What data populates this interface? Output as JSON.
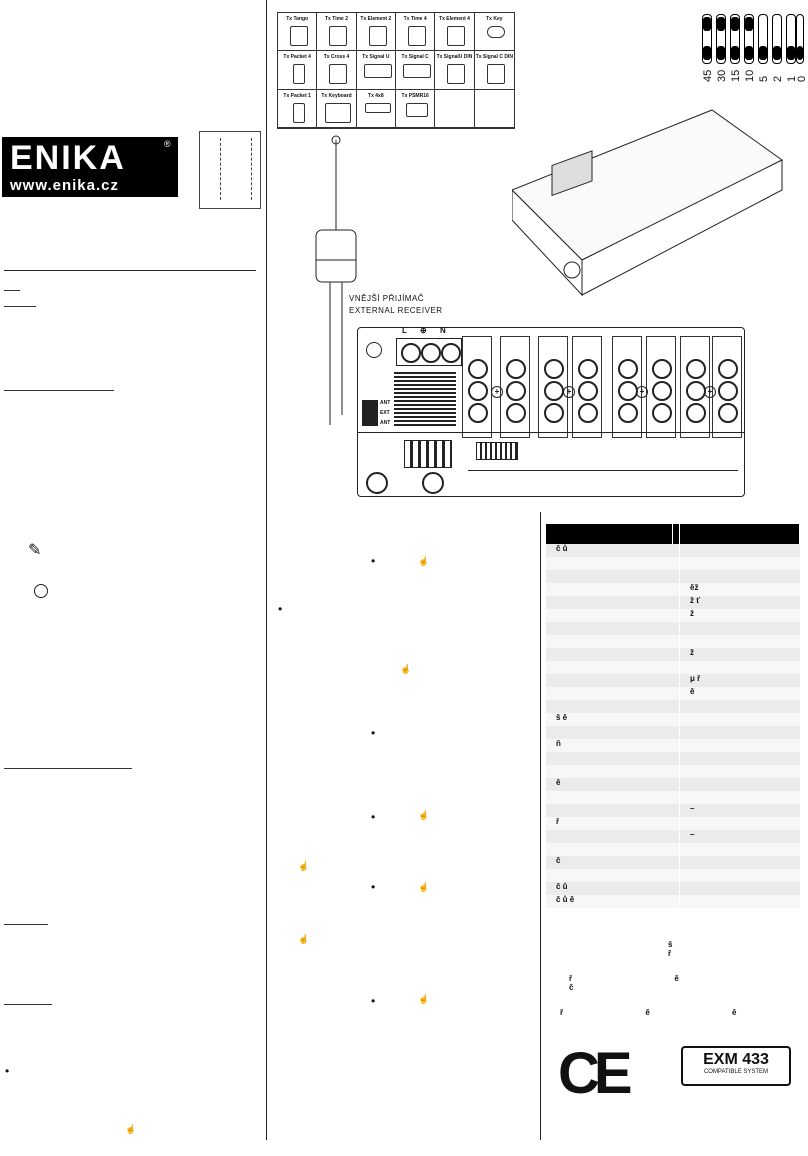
{
  "brand": {
    "logo_word": "ENIKA",
    "url": "www.enika.cz",
    "reg_mark": "®"
  },
  "tx_devices": [
    "Tx Tango",
    "Tx Time 2",
    "Tx Element 2",
    "Tx Time 4",
    "Tx Element 4",
    "Tx Key",
    "Tx Packet 4",
    "Tx Cross 4",
    "Tx Signal U",
    "Tx Signal C",
    "Tx SignalU DIN",
    "Tx Signal C DIN",
    "Tx Packet 1",
    "Tx Keyboard",
    "Tx 4x8",
    "Tx PSMR16",
    "",
    ""
  ],
  "dip_labels": [
    "45",
    "30",
    "15",
    "10",
    "5",
    "2",
    "1",
    "0"
  ],
  "receiver": {
    "line1": "VNĚJŠÍ PŘIJÍMAČ",
    "line2": "EXTERNAL RECEIVER"
  },
  "board": {
    "top_terminals": [
      "L",
      "⊕",
      "N"
    ],
    "ant_labels": [
      "ANT",
      "EXT",
      "ANT"
    ]
  },
  "spec_rows": [
    {
      "c1": "č ů",
      "c2": ""
    },
    {
      "c1": "",
      "c2": ""
    },
    {
      "c1": "",
      "c2": ""
    },
    {
      "c1": "",
      "c2": "ěž"
    },
    {
      "c1": "",
      "c2": "ž ť"
    },
    {
      "c1": "",
      "c2": "ž"
    },
    {
      "c1": "",
      "c2": ""
    },
    {
      "c1": "",
      "c2": ""
    },
    {
      "c1": "",
      "c2": "ž"
    },
    {
      "c1": "",
      "c2": ""
    },
    {
      "c1": "",
      "c2": "μ ř"
    },
    {
      "c1": "",
      "c2": "ě"
    },
    {
      "c1": "",
      "c2": ""
    },
    {
      "c1": "š ě",
      "c2": ""
    },
    {
      "c1": "",
      "c2": ""
    },
    {
      "c1": "ň",
      "c2": ""
    },
    {
      "c1": "",
      "c2": ""
    },
    {
      "c1": "",
      "c2": ""
    },
    {
      "c1": "ě",
      "c2": ""
    },
    {
      "c1": "",
      "c2": ""
    },
    {
      "c1": "",
      "c2": "–"
    },
    {
      "c1": "ř",
      "c2": ""
    },
    {
      "c1": "",
      "c2": "–"
    },
    {
      "c1": "",
      "c2": ""
    },
    {
      "c1": "č",
      "c2": ""
    },
    {
      "c1": "",
      "c2": ""
    },
    {
      "c1": "č ů",
      "c2": ""
    },
    {
      "c1": "č ů ě",
      "c2": ""
    }
  ],
  "notes": {
    "n1": "š ř",
    "n2": "ř ě č",
    "n3": "ř ě ě"
  },
  "ce_mark": "CE",
  "exm": {
    "title": "EXM 433",
    "subtitle": "COMPATIBLE SYSTEM"
  }
}
